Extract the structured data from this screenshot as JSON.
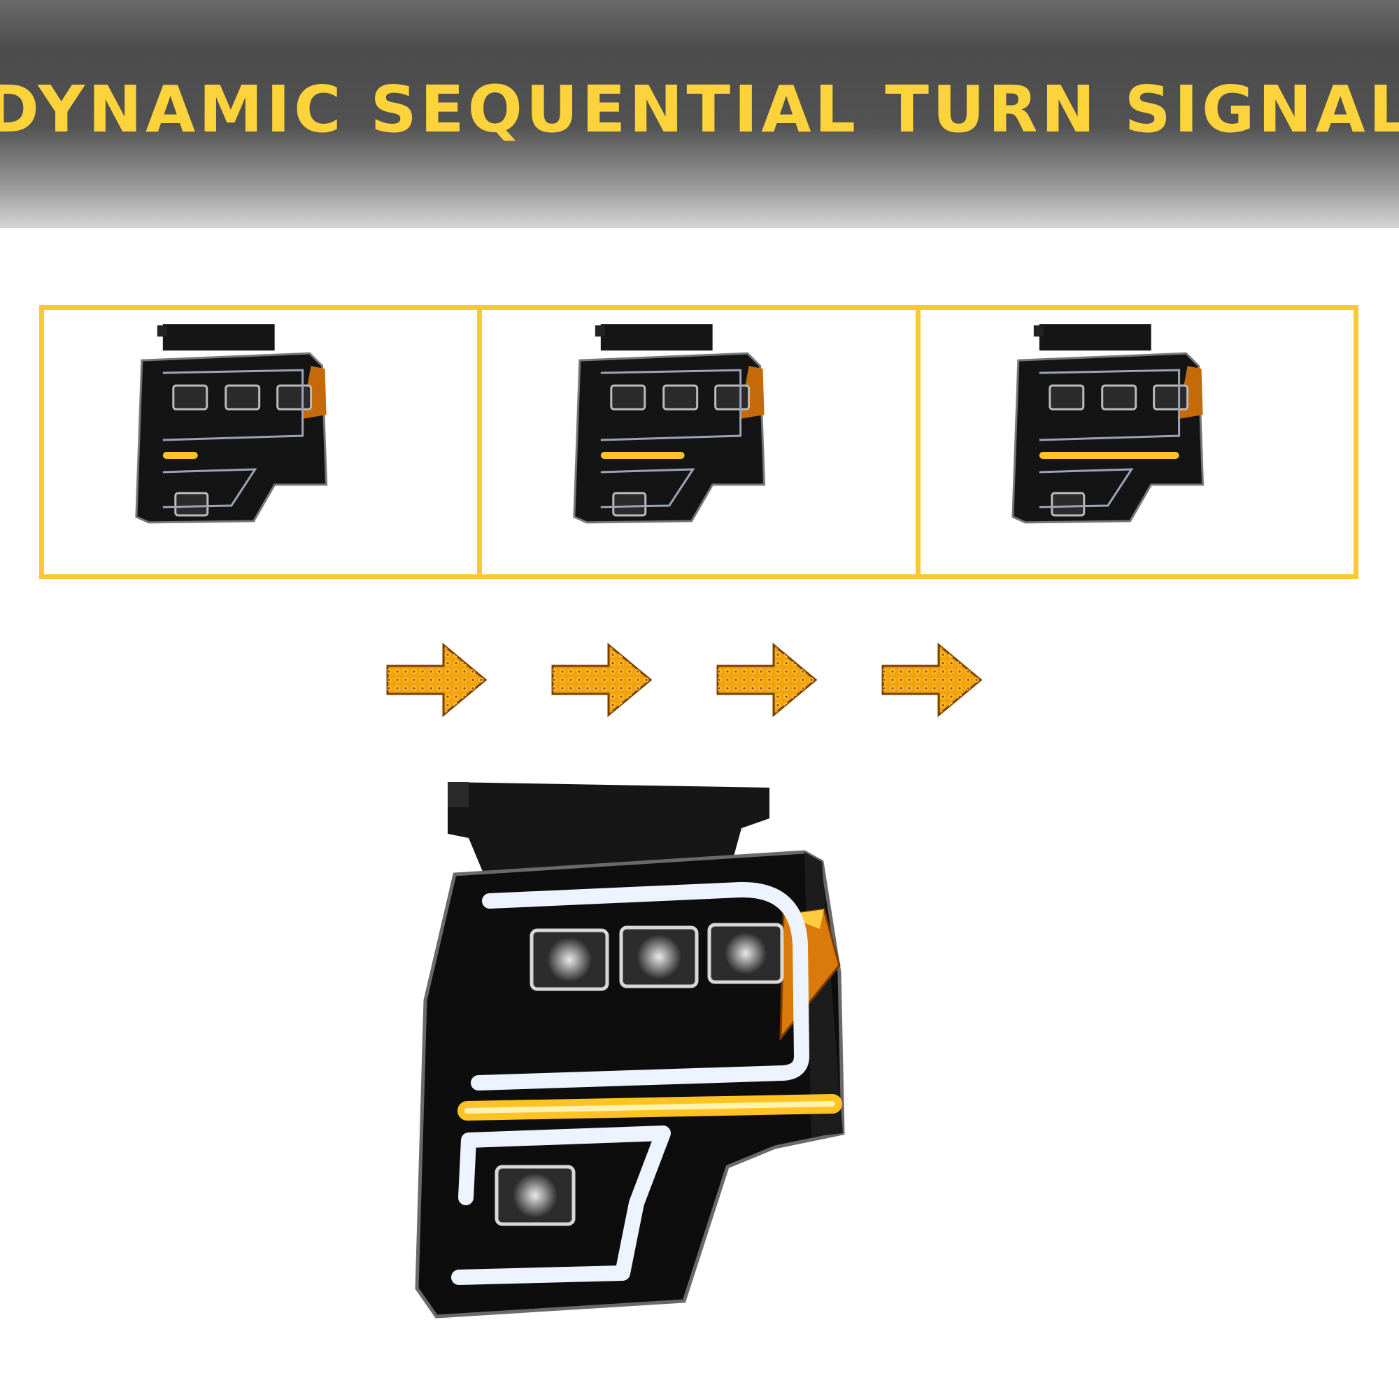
{
  "banner": {
    "title": "DYNAMIC SEQUENTIAL TURN SIGNAL",
    "title_color": "#fdd33b"
  },
  "sequence": {
    "frame_border_color": "#fbc733",
    "frames": [
      {
        "step": 1,
        "turn_signal_fill": 0.25
      },
      {
        "step": 2,
        "turn_signal_fill": 0.6
      },
      {
        "step": 3,
        "turn_signal_fill": 1.0
      }
    ],
    "arrow_count": 4,
    "amber_color": "#f2a40f"
  },
  "product": {
    "drl_color": "#eef4ff",
    "turn_signal_color": "#ffc424"
  }
}
